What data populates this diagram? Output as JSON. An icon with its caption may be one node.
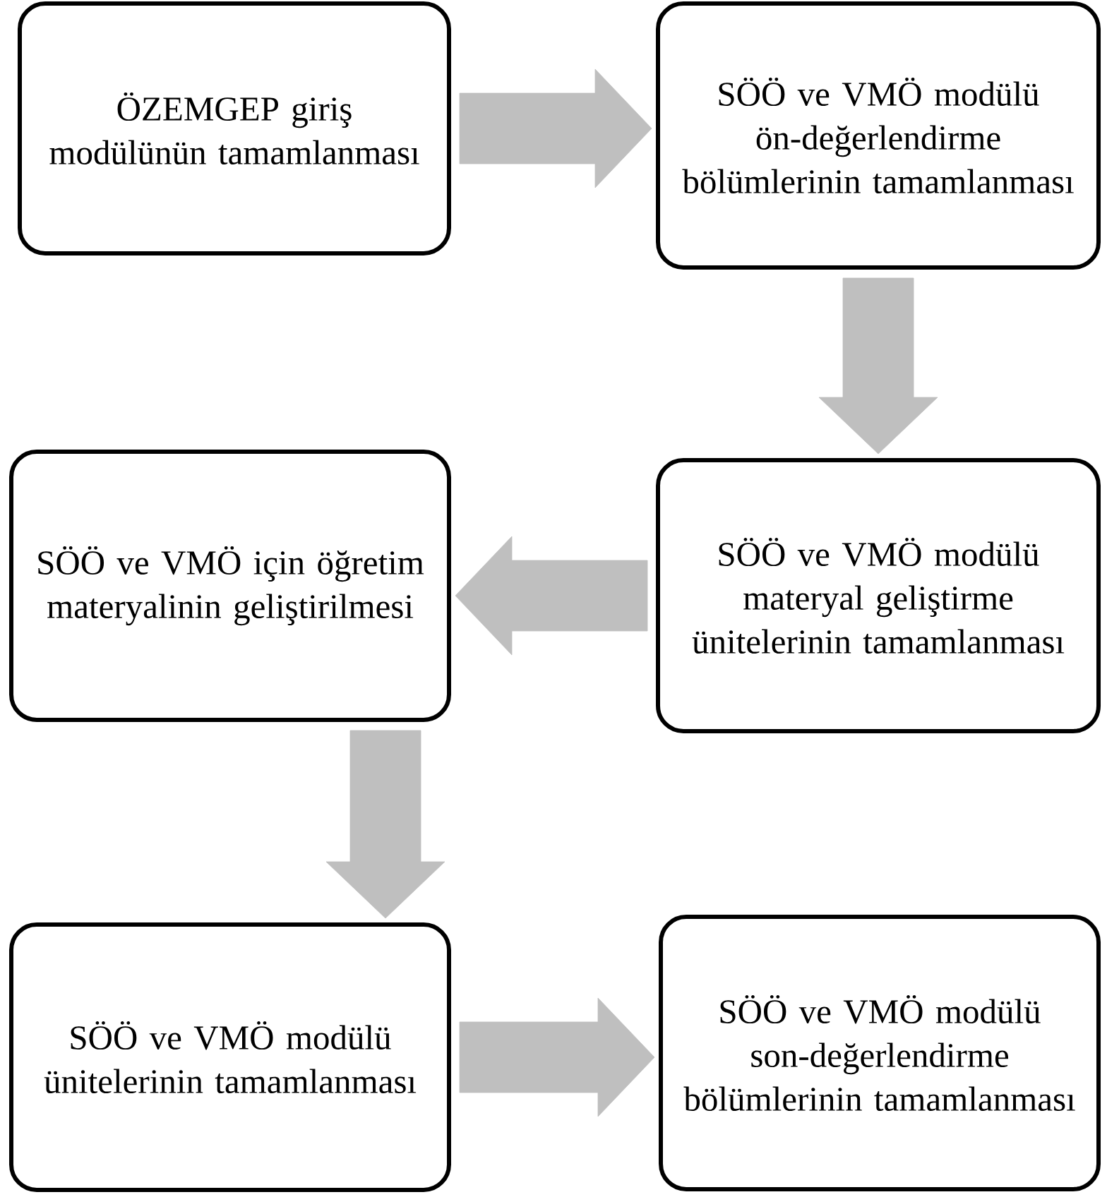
{
  "diagram": {
    "nodes": [
      {
        "text": [
          "ÖZEMGEP giriş modülünün tamamlanması"
        ]
      },
      {
        "text": [
          "SÖÖ ve VMÖ modülü ön-değerlendirme bölümlerinin tamamlanması"
        ]
      },
      {
        "text": [
          "SÖÖ ve VMÖ modülü materyal geliştirme ünitelerinin tamamlanması"
        ]
      },
      {
        "text": [
          "SÖÖ ve VMÖ için öğretim materyalinin geliştirilmesi"
        ]
      },
      {
        "text": [
          "SÖÖ ve VMÖ modülü ünitelerinin tamamlanması"
        ]
      },
      {
        "text": [
          "SÖÖ ve VMÖ modülü son-değerlendirme bölümlerinin tamamlanması"
        ]
      }
    ],
    "edges": [
      {
        "from": 0,
        "to": 1,
        "arrow": "to"
      },
      {
        "from": 1,
        "to": 2,
        "arrow": "to"
      },
      {
        "from": 2,
        "to": 3,
        "arrow": "to"
      },
      {
        "from": 3,
        "to": 4,
        "arrow": "to"
      },
      {
        "from": 4,
        "to": 5,
        "arrow": "to"
      }
    ]
  }
}
